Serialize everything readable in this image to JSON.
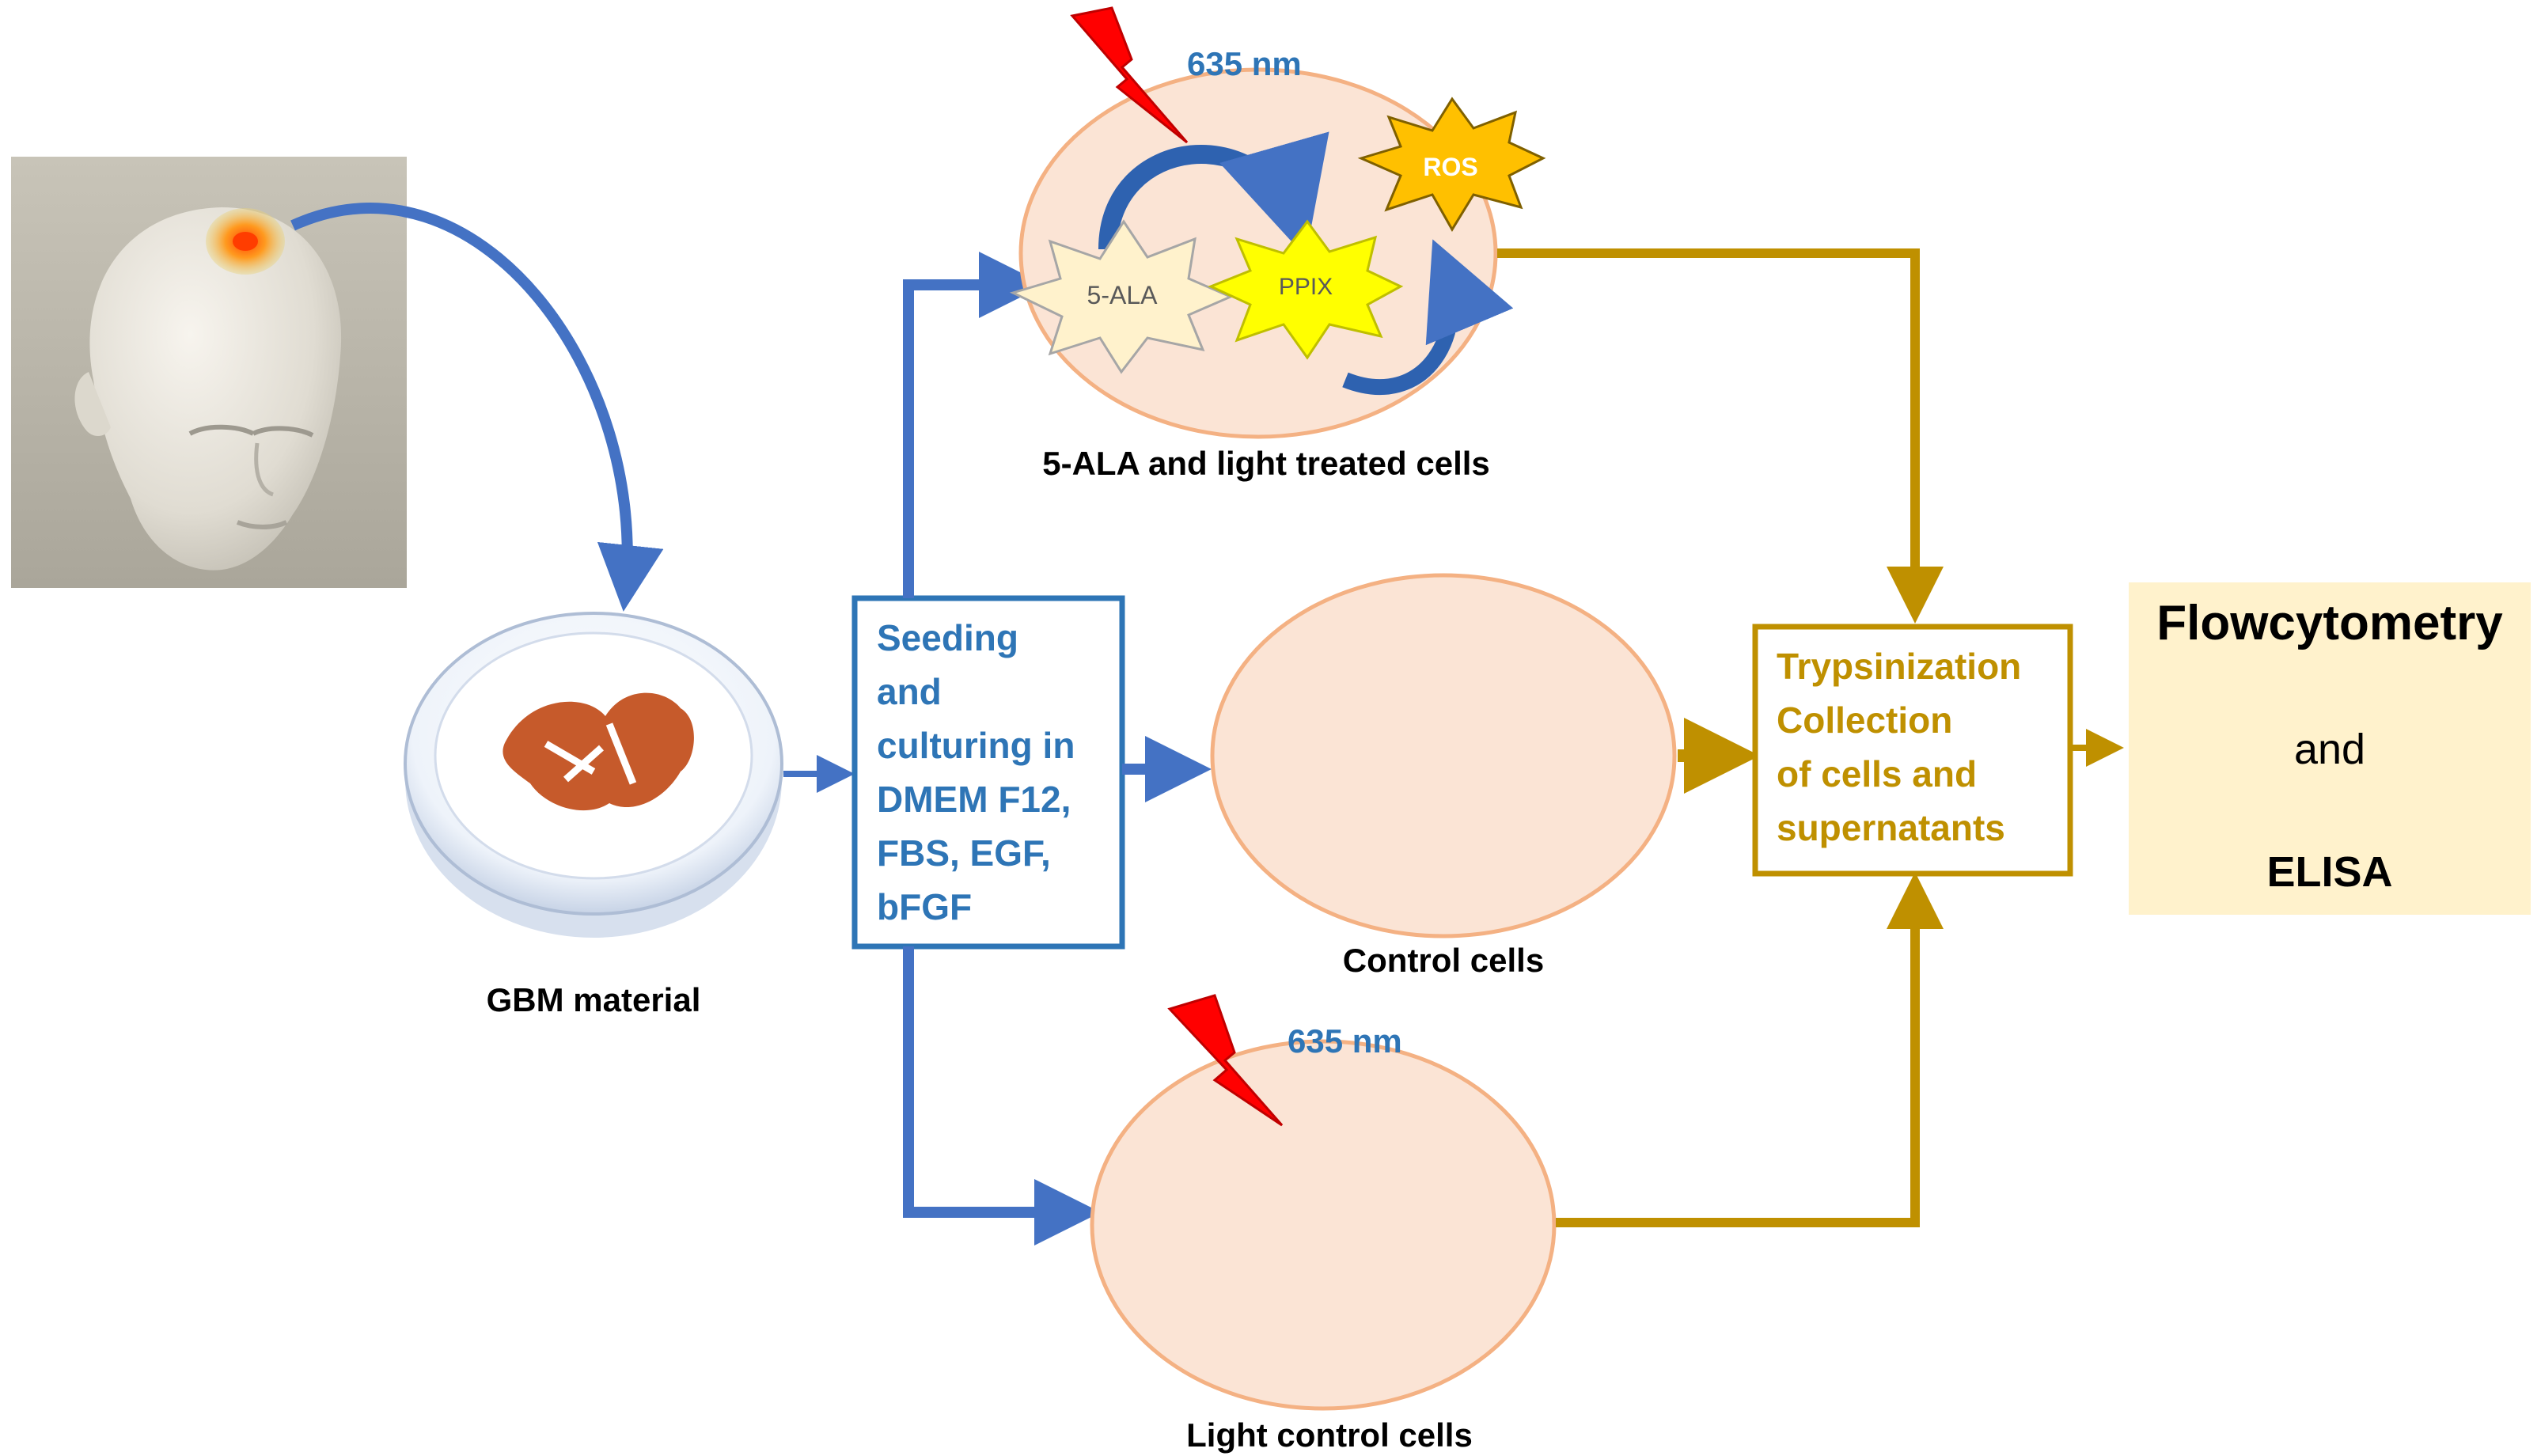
{
  "colors": {
    "blue_arrow": "#4472c4",
    "gold_arrow": "#bf9000",
    "blue_text": "#2e75b6",
    "gold_text": "#bf9000",
    "cell_fill": "#fbe4d5",
    "cell_stroke": "#f4b183",
    "output_fill": "#fff2cc",
    "lightning": "#ff0000",
    "ala_fill": "#fff2cc",
    "ppix_fill": "#ffff00",
    "ros_fill": "#ffc000"
  },
  "icons": {
    "head": "head-with-tumor-icon",
    "dish": "petri-dish-icon",
    "lightning": "lightning-bolt-icon"
  },
  "labels": {
    "gbm_material": "GBM material",
    "seeding_lines": [
      "Seeding",
      "and",
      "culturing  in",
      "DMEM  F12,",
      "FBS, EGF,",
      "bFGF"
    ],
    "wavelength_top": "635 nm",
    "wavelength_bottom": "635 nm",
    "ala": "5-ALA",
    "ppix": "PPIX",
    "ros": "ROS",
    "treated_cells": "5-ALA and light treated cells",
    "control_cells": "Control cells",
    "light_control_cells": "Light control cells",
    "trypsin_lines": [
      "Trypsinization",
      "Collection",
      "of cells and",
      "supernatants"
    ],
    "output_title": "Flowcytometry",
    "output_and": "and",
    "output_elisa": "ELISA"
  }
}
